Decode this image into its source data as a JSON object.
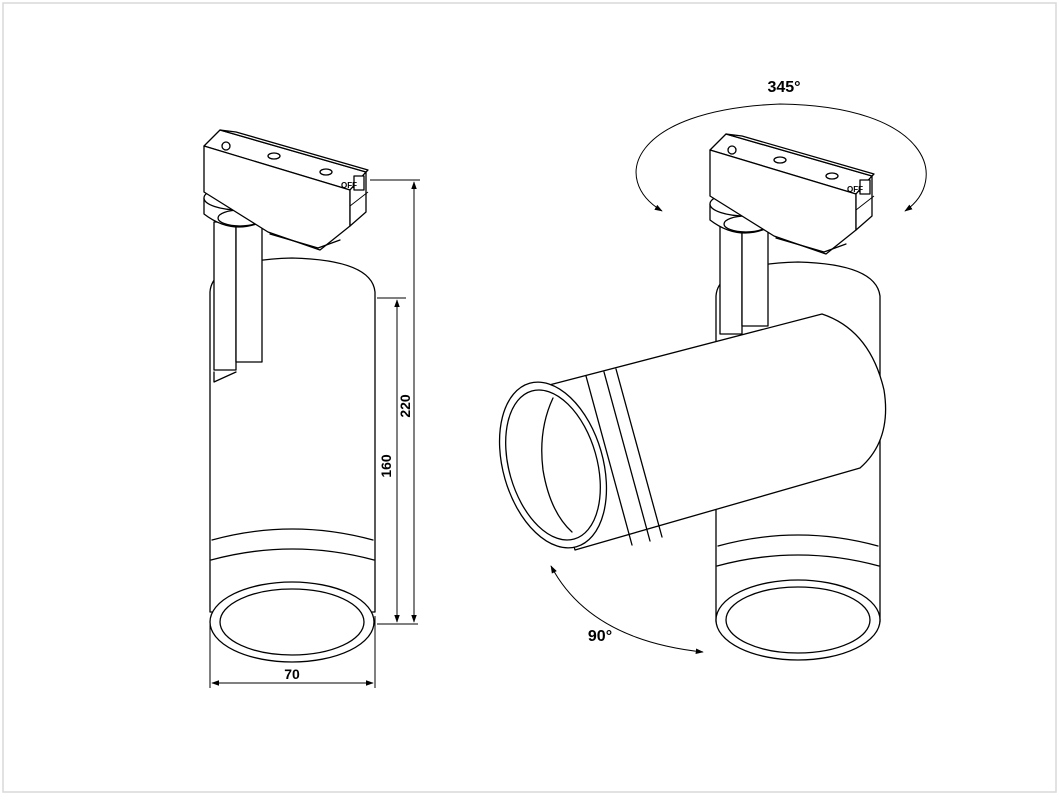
{
  "dimensions": {
    "width_label": "70",
    "body_length_label": "160",
    "total_height_label": "220"
  },
  "rotation": {
    "horizontal_label": "345°",
    "tilt_label": "90°"
  },
  "adapter": {
    "switch_label": "OFF"
  },
  "colors": {
    "line": "#000000",
    "background": "#ffffff",
    "frame": "#d9d9d9"
  }
}
